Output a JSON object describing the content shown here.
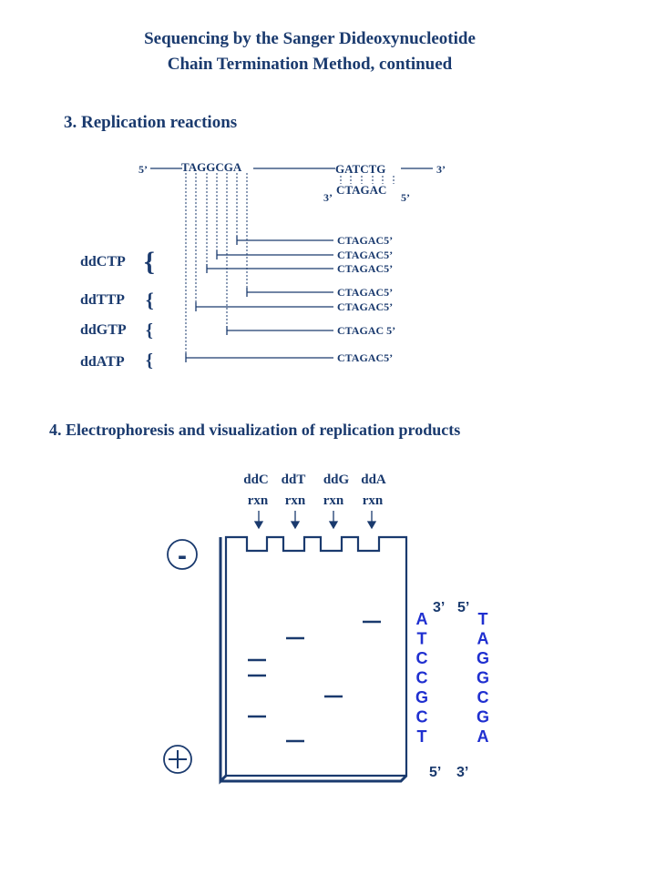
{
  "title_line1": "Sequencing by the Sanger Dideoxynucleotide",
  "title_line2": "Chain Termination Method, continued",
  "section3": {
    "heading": "3.  Replication reactions",
    "template": {
      "five_prime": "5’",
      "seq_left": "TAGGCGA",
      "seq_right": "GATCTG",
      "three_prime": "3’"
    },
    "primer": {
      "three_prime": "3’",
      "seq": "CTAGAC",
      "five_prime": "5’"
    },
    "reactions": [
      {
        "label": "ddCTP",
        "products": [
          "CTAGAC5’",
          "CTAGAC5’",
          "CTAGAC5’"
        ]
      },
      {
        "label": "ddTTP",
        "products": [
          "CTAGAC5’",
          "CTAGAC5’"
        ]
      },
      {
        "label": "ddGTP",
        "products": [
          "CTAGAC 5’"
        ]
      },
      {
        "label": "ddATP",
        "products": [
          "CTAGAC5’"
        ]
      }
    ]
  },
  "section4": {
    "heading": "4.  Electrophoresis and visualization of replication products",
    "lanes": [
      {
        "top": "ddC",
        "bottom": "rxn"
      },
      {
        "top": "ddT",
        "bottom": "rxn"
      },
      {
        "top": "ddG",
        "bottom": "rxn"
      },
      {
        "top": "ddA",
        "bottom": "rxn"
      }
    ],
    "negative_symbol": "-",
    "positive_symbol": "+",
    "read_top_labels": [
      "3’",
      "5’"
    ],
    "read_bottom_labels": [
      "5’",
      "3’"
    ],
    "read_left": [
      "A",
      "T",
      "C",
      "C",
      "G",
      "C",
      "T"
    ],
    "read_right": [
      "T",
      "A",
      "G",
      "G",
      "C",
      "G",
      "A"
    ],
    "colors": {
      "text": "#1a3a6e",
      "sequence_letters": "#1f2fd0"
    }
  }
}
